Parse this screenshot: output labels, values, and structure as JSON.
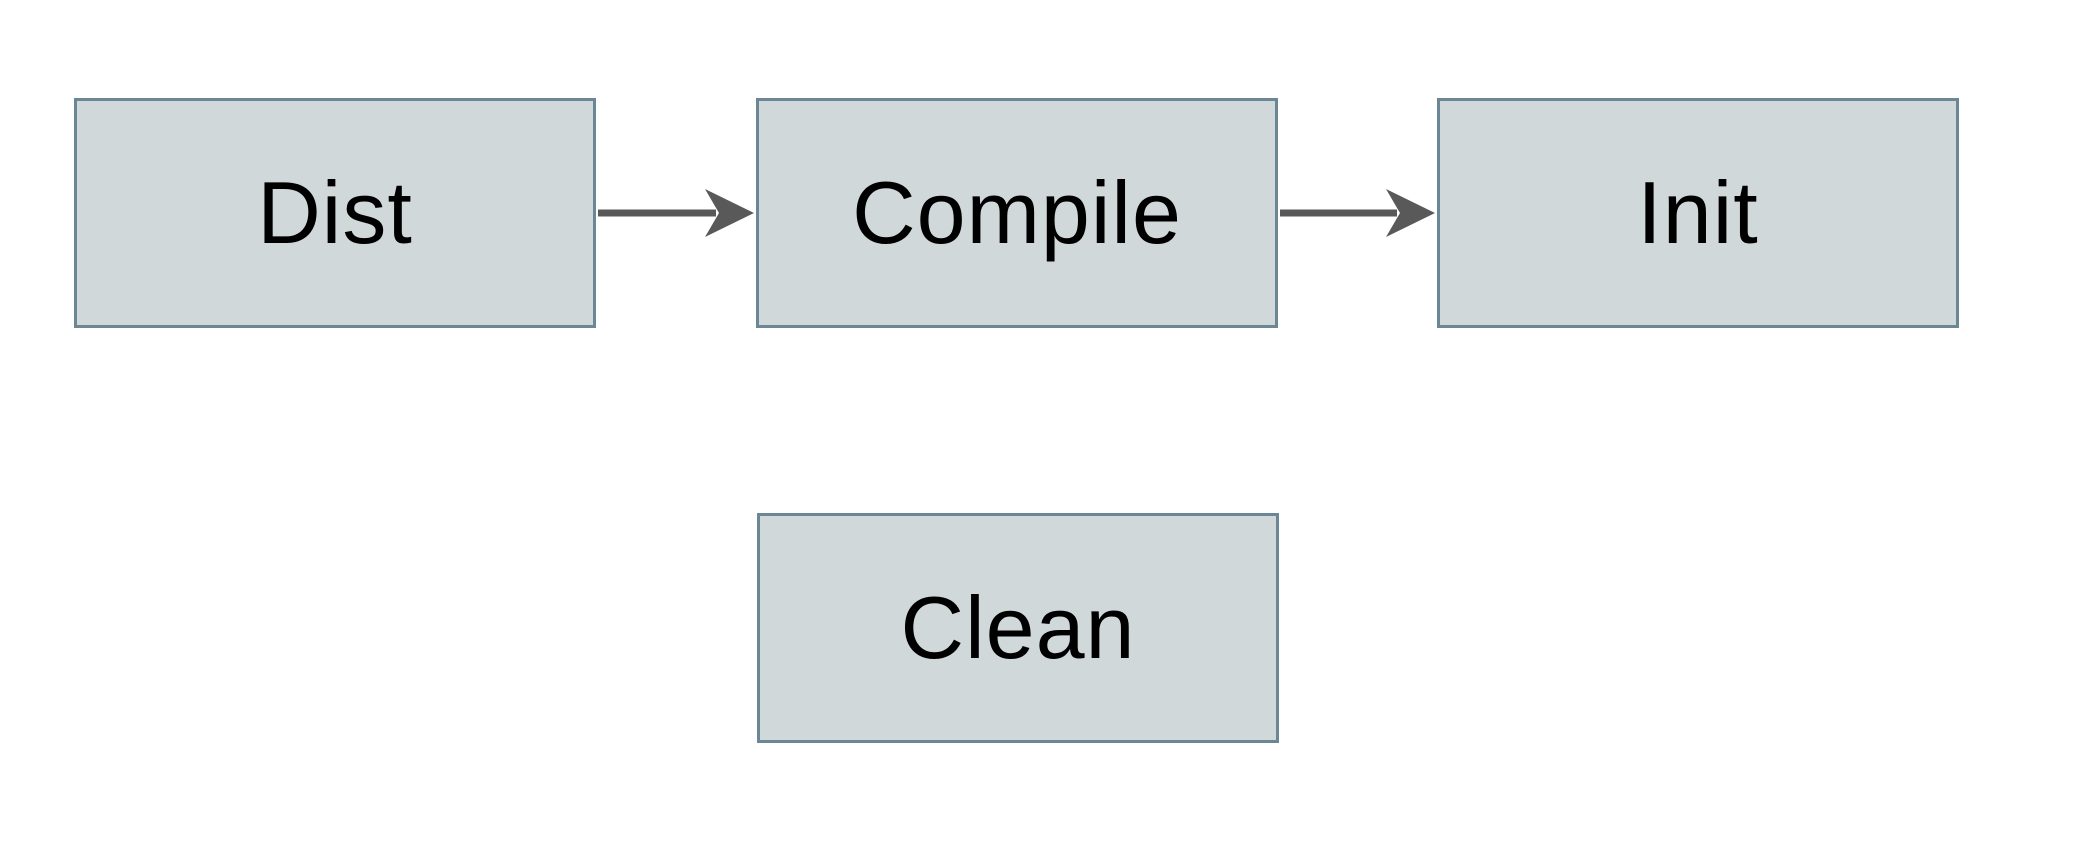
{
  "diagram": {
    "background_color": "#ffffff",
    "node_fill_color": "#d0d8da",
    "node_border_color": "#6b8795",
    "arrow_color": "#595959",
    "text_color": "#000000",
    "nodes": [
      {
        "id": "dist",
        "label": "Dist"
      },
      {
        "id": "compile",
        "label": "Compile"
      },
      {
        "id": "init",
        "label": "Init"
      },
      {
        "id": "clean",
        "label": "Clean"
      }
    ],
    "edges": [
      {
        "from": "dist",
        "to": "compile",
        "direction": "right"
      },
      {
        "from": "compile",
        "to": "init",
        "direction": "right"
      }
    ]
  }
}
